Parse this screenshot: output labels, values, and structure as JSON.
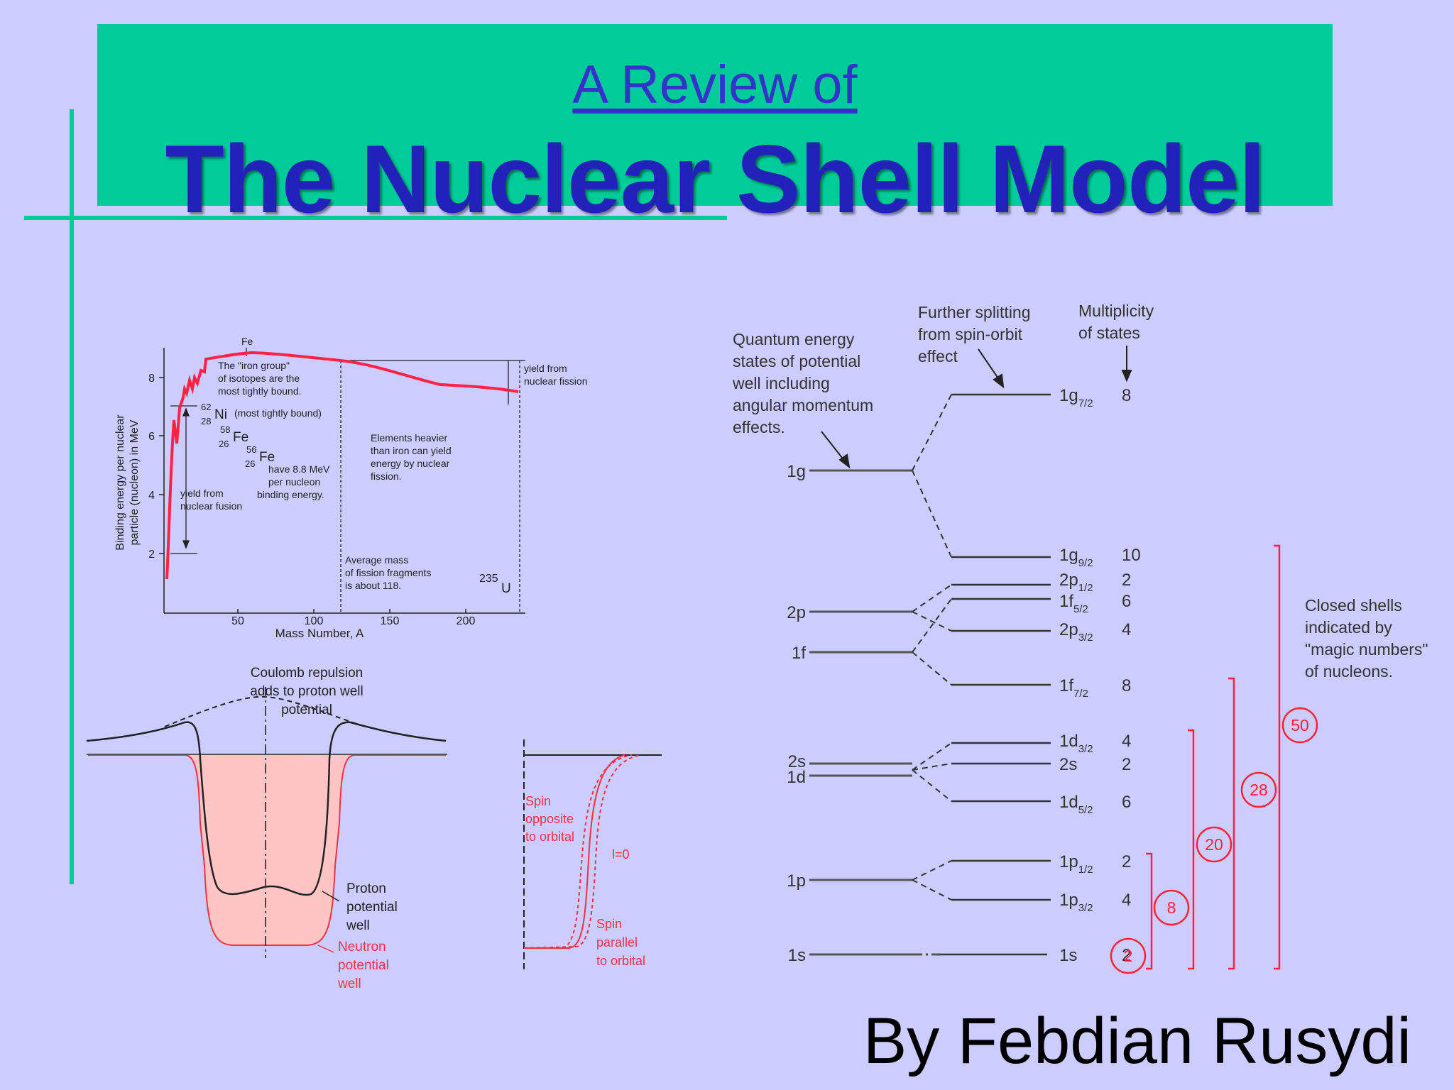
{
  "slide": {
    "subtitle": "A Review of",
    "title": "The Nuclear Shell Model",
    "author": "By Febdian Rusydi",
    "colors": {
      "background": "#ccccff",
      "title_box": "#00cc99",
      "title_text": "#2222bb",
      "accent_line": "#00cc99",
      "red": "#ff2233"
    }
  },
  "binding_chart": {
    "ylabel_line1": "Binding energy per nuclear",
    "ylabel_line2": "particle (nucleon) in MeV",
    "xlabel": "Mass Number, A",
    "x_ticks": [
      "50",
      "100",
      "150",
      "200"
    ],
    "y_ticks": [
      "2",
      "4",
      "6",
      "8"
    ],
    "fe_top_label": "Fe",
    "iron_group_1": "The \"iron group\"",
    "iron_group_2": "of isotopes are the",
    "iron_group_3": "most tightly bound.",
    "ni_mass": "62",
    "ni_z": "28",
    "ni_sym": "Ni",
    "ni_note": "(most tightly bound)",
    "fe58_mass": "58",
    "fe58_z": "26",
    "fe58_sym": "Fe",
    "fe56_mass": "56",
    "fe56_z": "26",
    "fe56_sym": "Fe",
    "mev_1": "have 8.8 MeV",
    "mev_2": "per nucleon",
    "mev_3": "binding energy.",
    "fusion_1": "yield from",
    "fusion_2": "nuclear fusion",
    "heavier_1": "Elements heavier",
    "heavier_2": "than iron can yield",
    "heavier_3": "energy by nuclear",
    "heavier_4": "fission.",
    "fission_1": "yield from",
    "fission_2": "nuclear fission",
    "avg_1": "Average mass",
    "avg_2": "of fission fragments",
    "avg_3": "is about 118.",
    "u_mass": "235",
    "u_sym": "U"
  },
  "potential_well": {
    "coulomb_1": "Coulomb repulsion",
    "coulomb_2": "adds to proton well",
    "coulomb_3": "potential",
    "proton_1": "Proton",
    "proton_2": "potential",
    "proton_3": "well",
    "neutron_1": "Neutron",
    "neutron_2": "potential",
    "neutron_3": "well"
  },
  "spin_orbit": {
    "opposite_1": "Spin",
    "opposite_2": "opposite",
    "opposite_3": "to orbital",
    "l0": "l=0",
    "parallel_1": "Spin",
    "parallel_2": "parallel",
    "parallel_3": "to orbital"
  },
  "shell_diagram": {
    "quantum_1": "Quantum energy",
    "quantum_2": "states of potential",
    "quantum_3": "well including",
    "quantum_4": "angular momentum",
    "quantum_5": "effects.",
    "further_1": "Further splitting",
    "further_2": "from spin-orbit",
    "further_3": "effect",
    "mult_1": "Multiplicity",
    "mult_2": "of states",
    "closed_1": "Closed shells",
    "closed_2": "indicated by",
    "closed_3": "\"magic numbers\"",
    "closed_4": "of nucleons.",
    "left_levels": [
      "1g",
      "2p",
      "1f",
      "2s",
      "1d",
      "1p",
      "1s"
    ],
    "right_levels": [
      {
        "n": "1g",
        "sub": "7/2",
        "mult": "8"
      },
      {
        "n": "1g",
        "sub": "9/2",
        "mult": "10"
      },
      {
        "n": "2p",
        "sub": "1/2",
        "mult": "2"
      },
      {
        "n": "1f",
        "sub": "5/2",
        "mult": "6"
      },
      {
        "n": "2p",
        "sub": "3/2",
        "mult": "4"
      },
      {
        "n": "1f",
        "sub": "7/2",
        "mult": "8"
      },
      {
        "n": "1d",
        "sub": "3/2",
        "mult": "4"
      },
      {
        "n": "2s",
        "sub": "",
        "mult": "2"
      },
      {
        "n": "1d",
        "sub": "5/2",
        "mult": "6"
      },
      {
        "n": "1p",
        "sub": "1/2",
        "mult": "2"
      },
      {
        "n": "1p",
        "sub": "3/2",
        "mult": "4"
      },
      {
        "n": "1s",
        "sub": "",
        "mult": "2"
      }
    ],
    "magic_numbers": [
      "2",
      "8",
      "20",
      "28",
      "50"
    ]
  }
}
